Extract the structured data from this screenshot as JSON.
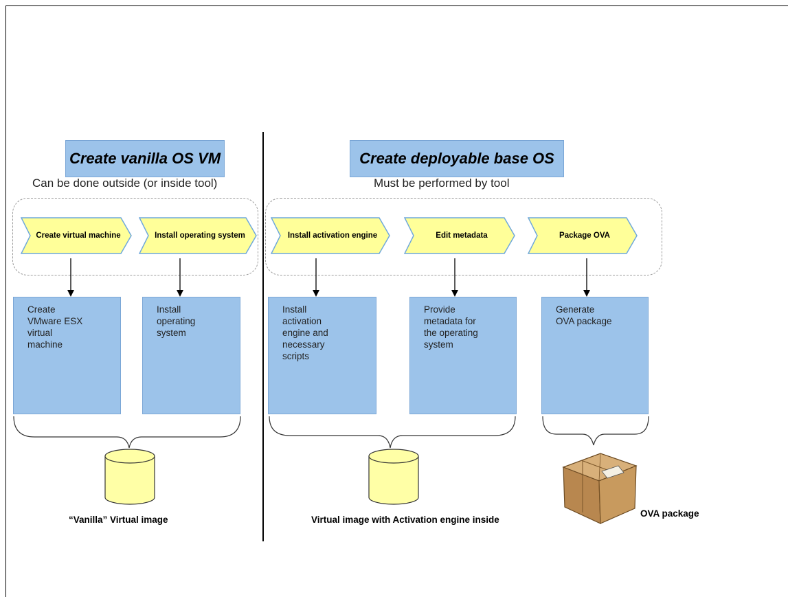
{
  "left_section": {
    "title": "Create vanilla OS VM",
    "subtitle": "Can be done outside (or inside tool)",
    "steps": [
      "Create virtual machine",
      "Install operating system"
    ],
    "tasks": [
      "Create\nVMware ESX\nvirtual\nmachine",
      "Install\noperating\nsystem"
    ],
    "output_label": "“Vanilla” Virtual image"
  },
  "right_section": {
    "title": "Create deployable base OS",
    "subtitle": "Must be performed by tool",
    "steps": [
      "Install activation engine",
      "Edit metadata",
      "Package OVA"
    ],
    "tasks": [
      "Install\nactivation\nengine and\nnecessary\nscripts",
      "Provide\nmetadata for\nthe operating\nsystem",
      "Generate\nOVA package"
    ],
    "output_label_image": "Virtual image with Activation engine inside",
    "output_label_package": "OVA package"
  },
  "colors": {
    "box_fill": "#9cc3ea",
    "box_border": "#7aa6d6",
    "step_fill": "#ffff99",
    "cylinder_fill": "#ffffa6",
    "package_fill": "#c89a5e"
  },
  "icons": {
    "output_image": "cylinder-icon",
    "output_package": "cardboard-box-icon"
  }
}
